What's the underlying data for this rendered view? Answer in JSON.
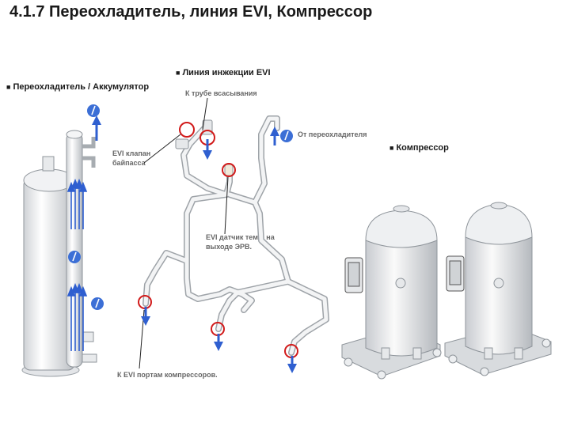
{
  "title": "4.1.7 Переохладитель, линия EVI, Компрессор",
  "sections": {
    "subcooler": "Переохладитель / Аккумулятор",
    "evi_line": "Линия  инжекции EVI",
    "compressor": "Компрессор"
  },
  "labels": {
    "to_suction": "К трубе всасывания",
    "from_subcooler": "От переохладителя",
    "bypass_valve_1": "EVI клапан",
    "bypass_valve_2": "байпасса",
    "temp_sensor_1": "EVI  датчик темп. на",
    "temp_sensor_2": "выходе  ЭРВ.",
    "to_ports": "К EVI портам компрессоров."
  },
  "icons": {
    "section_marker": "■",
    "flow_up": "blue-arrow-up-icon",
    "flow_down": "blue-arrow-down-icon",
    "info": "info-icon",
    "highlight": "red-circle-icon"
  },
  "colors": {
    "arrow": "#2f5fd0",
    "highlight": "#d11a1a",
    "pipe": "#c9ccd0",
    "title": "#1a1a1a"
  }
}
